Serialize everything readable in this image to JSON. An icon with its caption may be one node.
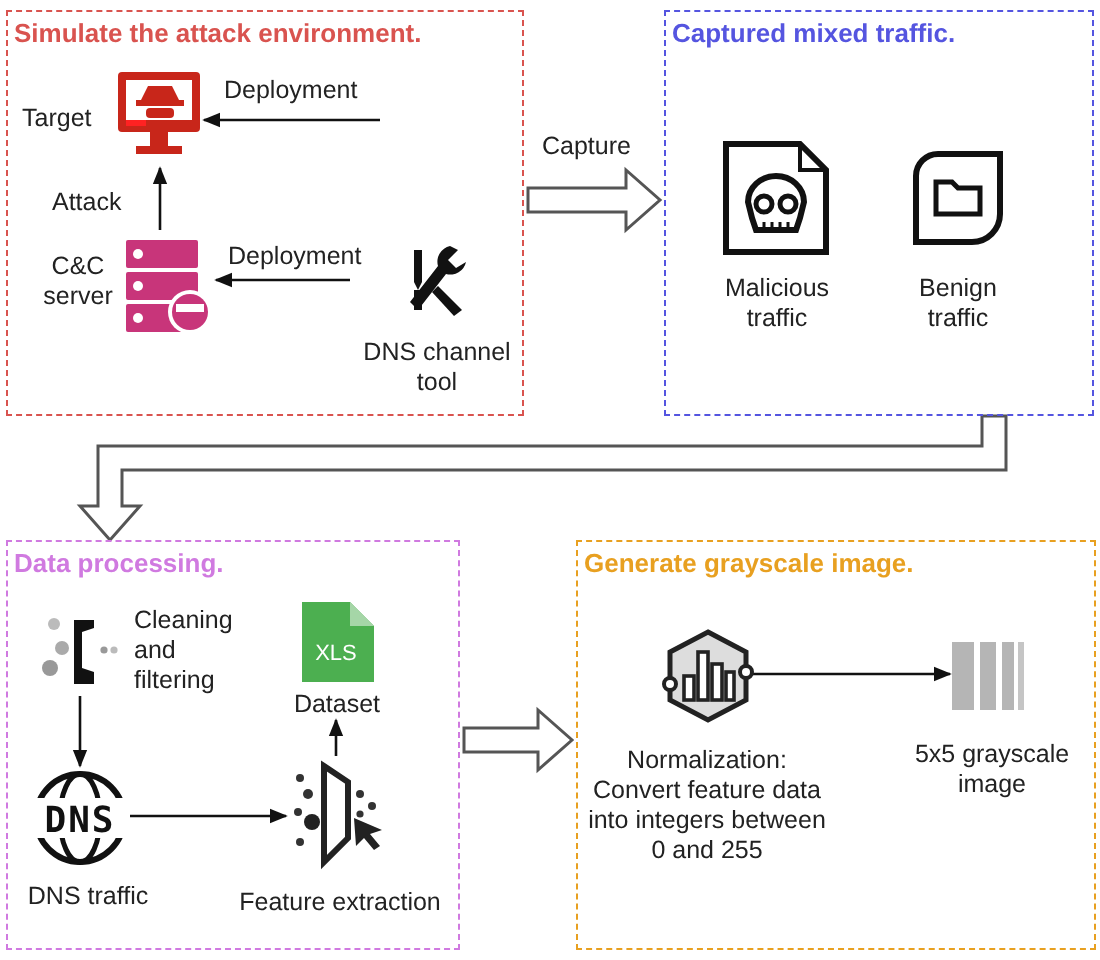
{
  "diagram": {
    "nodes": [
      {
        "text": [
          "Simulate the attack environment."
        ]
      },
      {
        "text": [
          "Target"
        ],
        "in": 0
      },
      {
        "text": [
          "C&C server"
        ],
        "in": 0
      },
      {
        "text": [
          "DNS channel tool"
        ],
        "in": 0
      },
      {
        "text": [
          "Captured mixed traffic."
        ]
      },
      {
        "text": [
          "Malicious traffic"
        ],
        "in": 4
      },
      {
        "text": [
          "Benign traffic"
        ],
        "in": 4
      },
      {
        "text": [
          "Data processing."
        ]
      },
      {
        "text": [
          "Cleaning and filtering"
        ],
        "in": 7
      },
      {
        "text": [
          "XLS",
          "Dataset"
        ],
        "in": 7
      },
      {
        "text": [
          "DNS",
          "DNS traffic"
        ],
        "in": 7
      },
      {
        "text": [
          "Feature extraction"
        ],
        "in": 7
      },
      {
        "text": [
          "Generate grayscale image."
        ]
      },
      {
        "text": [
          "Normalization: Convert feature data into integers between 0 and 255"
        ],
        "in": 12
      },
      {
        "text": [
          "5x5 grayscale image"
        ],
        "in": 12
      }
    ],
    "edges": [
      {
        "from": null,
        "to": 1,
        "arrow": "to",
        "label": "Deployment"
      },
      {
        "from": 2,
        "to": 1,
        "arrow": "to",
        "label": "Attack"
      },
      {
        "from": 3,
        "to": 2,
        "arrow": "to",
        "label": "Deployment"
      },
      {
        "from": 0,
        "to": 4,
        "arrow": "to",
        "label": "Capture",
        "style": "thick"
      },
      {
        "from": 4,
        "to": 7,
        "arrow": "to",
        "style": "thick"
      },
      {
        "from": 8,
        "to": 10,
        "arrow": "to"
      },
      {
        "from": 10,
        "to": 11,
        "arrow": "to"
      },
      {
        "from": 11,
        "to": 9,
        "arrow": "to"
      },
      {
        "from": 7,
        "to": 12,
        "arrow": "to",
        "style": "thick"
      },
      {
        "from": 13,
        "to": 14,
        "arrow": "to"
      }
    ]
  }
}
